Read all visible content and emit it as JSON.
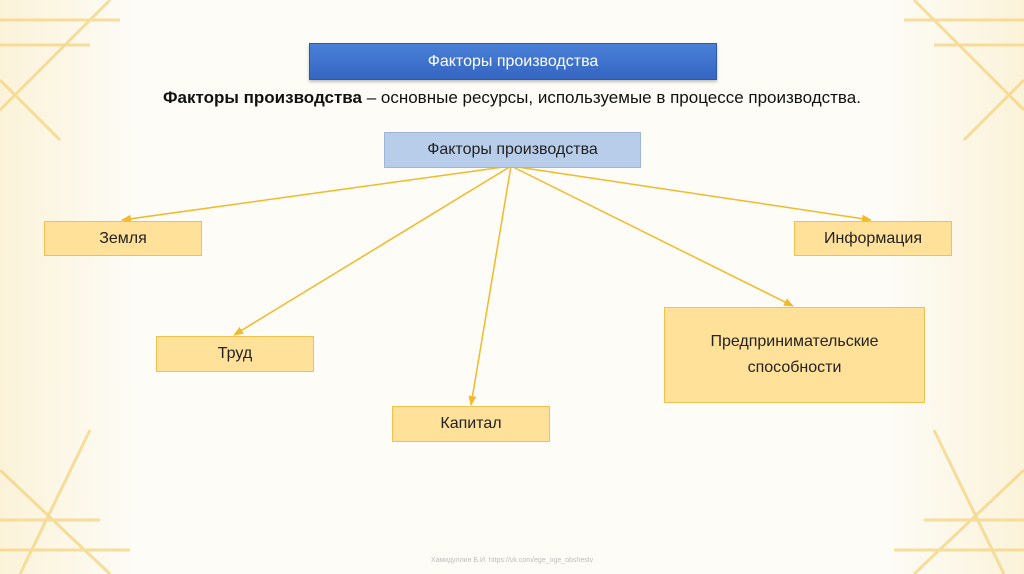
{
  "header": {
    "title": "Факторы производства"
  },
  "definition": {
    "term": "Факторы производства",
    "text": " – основные ресурсы, используемые в процессе производства."
  },
  "diagram": {
    "root": "Факторы производства",
    "nodes": {
      "zemlya": "Земля",
      "trud": "Труд",
      "kapital": "Капитал",
      "info": "Информация",
      "pred": "Предпринимательские способности"
    }
  },
  "footer": {
    "text": "Хамидуллин Б.И. https://vk.com/ege_oge_obshestv"
  },
  "colors": {
    "banner": "#3b6fc9",
    "root_box": "#b8cde9",
    "node_fill": "#ffe199",
    "node_border": "#f0c050",
    "arrow": "#f2b92b"
  }
}
